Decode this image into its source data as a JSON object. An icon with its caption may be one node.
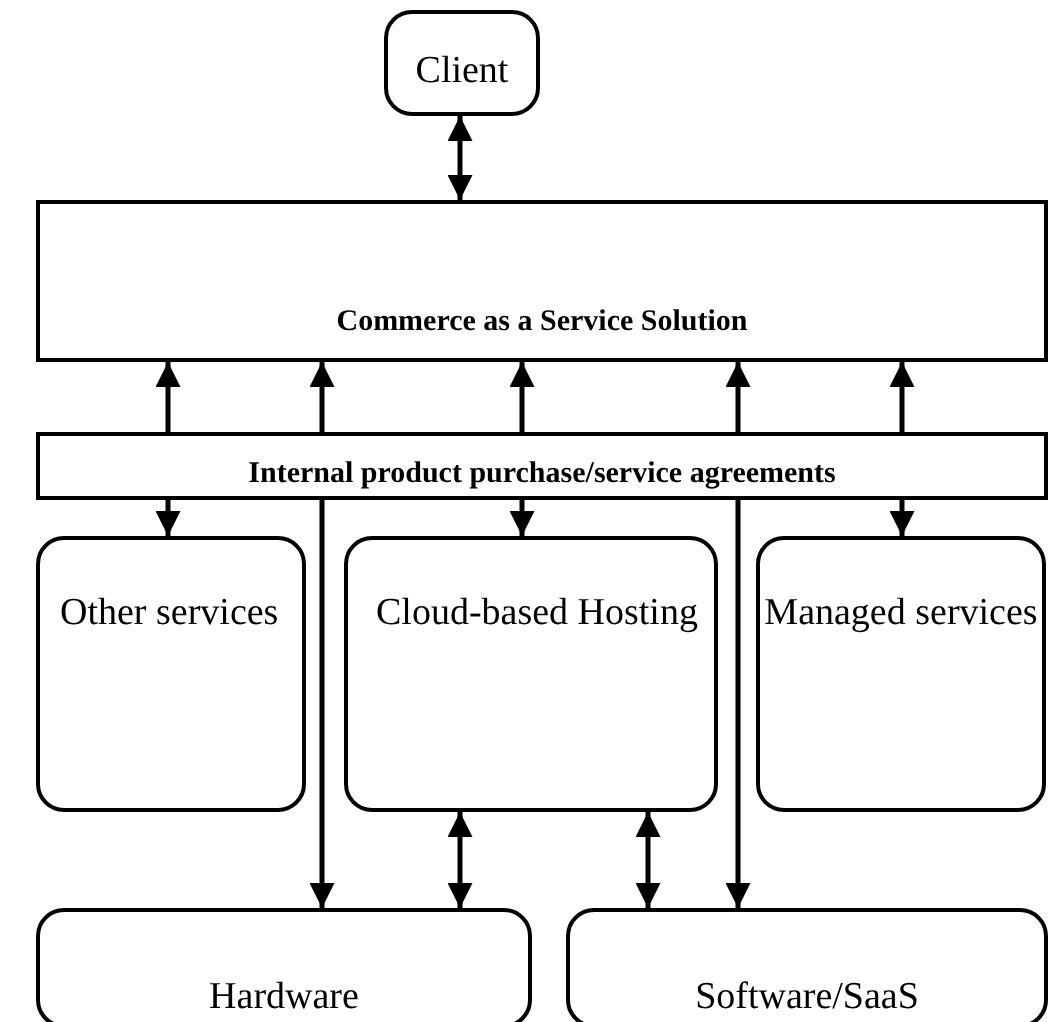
{
  "diagram": {
    "nodes": [
      {
        "text": [
          "Client"
        ]
      },
      {
        "text": [
          "Commerce as a Service Solution"
        ]
      },
      {
        "text": [
          "Internal product purchase/service agreements"
        ]
      },
      {
        "text": [
          "Other services"
        ]
      },
      {
        "text": [
          "Cloud-based Hosting"
        ]
      },
      {
        "text": [
          "Managed services"
        ]
      },
      {
        "text": [
          "Hardware"
        ]
      },
      {
        "text": [
          "Software/SaaS"
        ]
      }
    ],
    "edges": [
      {
        "from": 0,
        "to": 1,
        "arrow": "both"
      },
      {
        "from": 2,
        "to": 1,
        "arrow": "to"
      },
      {
        "from": 2,
        "to": 1,
        "arrow": "to"
      },
      {
        "from": 2,
        "to": 1,
        "arrow": "to"
      },
      {
        "from": 2,
        "to": 1,
        "arrow": "to"
      },
      {
        "from": 2,
        "to": 1,
        "arrow": "to"
      },
      {
        "from": 2,
        "to": 3,
        "arrow": "to"
      },
      {
        "from": 2,
        "to": 4,
        "arrow": "to"
      },
      {
        "from": 2,
        "to": 5,
        "arrow": "to"
      },
      {
        "from": 2,
        "to": 6,
        "arrow": "to"
      },
      {
        "from": 2,
        "to": 7,
        "arrow": "to"
      },
      {
        "from": 4,
        "to": 6,
        "arrow": "both"
      },
      {
        "from": 4,
        "to": 7,
        "arrow": "both"
      }
    ]
  }
}
